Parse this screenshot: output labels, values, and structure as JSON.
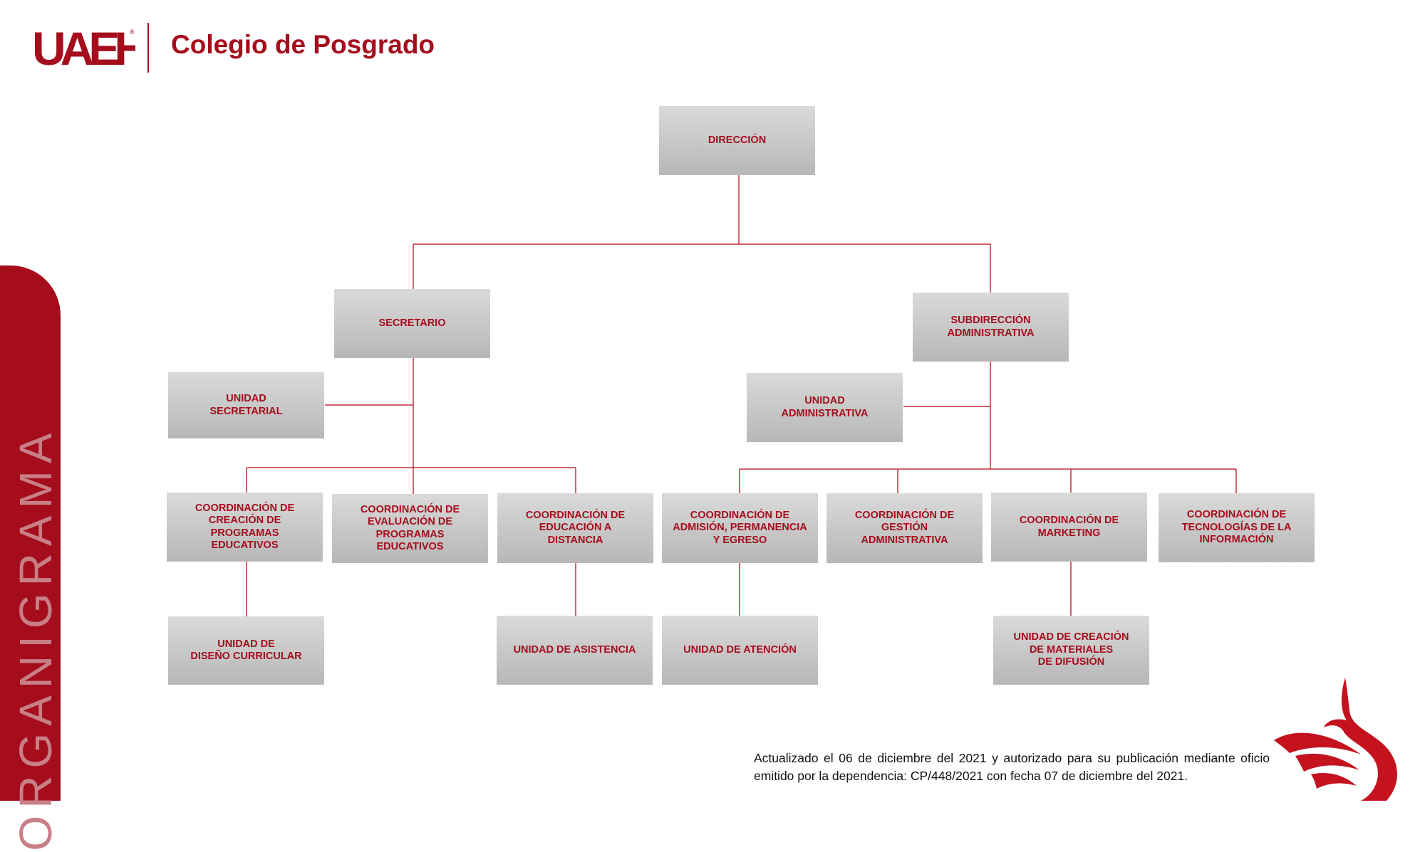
{
  "header": {
    "logo_text": "UAEH",
    "title": "Colegio de Posgrado"
  },
  "side_label": "ORGANIGRAMA",
  "org_chart": {
    "nodes": {
      "direccion": "DIRECCIÓN",
      "secretario": "SECRETARIO",
      "subdireccion": "SUBDIRECCIÓN\nADMINISTRATIVA",
      "unidad_secretarial": "UNIDAD\nSECRETARIAL",
      "unidad_administrativa": "UNIDAD\nADMINISTRATIVA",
      "coord_creacion": "COORDINACIÓN DE\nCREACIÓN DE\nPROGRAMAS\nEDUCATIVOS",
      "coord_evaluacion": "COORDINACIÓN DE\nEVALUACIÓN DE\nPROGRAMAS\nEDUCATIVOS",
      "coord_educacion": "COORDINACIÓN DE\nEDUCACIÓN A\nDISTANCIA",
      "coord_admision": "COORDINACIÓN DE\nADMISIÓN, PERMANENCIA\nY EGRESO",
      "coord_gestion": "COORDINACIÓN DE\nGESTIÓN\nADMINISTRATIVA",
      "coord_marketing": "COORDINACIÓN DE\nMARKETING",
      "coord_tecnologias": "COORDINACIÓN DE\nTECNOLOGÍAS DE LA\nINFORMACIÓN",
      "unidad_diseno": "UNIDAD DE\nDISEÑO CURRICULAR",
      "unidad_asistencia": "UNIDAD DE ASISTENCIA",
      "unidad_atencion": "UNIDAD DE ATENCIÓN",
      "unidad_materiales": "UNIDAD DE CREACIÓN\nDE MATERIALES\nDE DIFUSIÓN"
    },
    "edges": [
      [
        "direccion",
        "secretario"
      ],
      [
        "direccion",
        "subdireccion"
      ],
      [
        "secretario",
        "unidad_secretarial"
      ],
      [
        "secretario",
        "coord_creacion"
      ],
      [
        "secretario",
        "coord_evaluacion"
      ],
      [
        "secretario",
        "coord_educacion"
      ],
      [
        "subdireccion",
        "unidad_administrativa"
      ],
      [
        "subdireccion",
        "coord_admision"
      ],
      [
        "subdireccion",
        "coord_gestion"
      ],
      [
        "subdireccion",
        "coord_marketing"
      ],
      [
        "subdireccion",
        "coord_tecnologias"
      ],
      [
        "coord_creacion",
        "unidad_diseno"
      ],
      [
        "coord_educacion",
        "unidad_asistencia"
      ],
      [
        "coord_admision",
        "unidad_atencion"
      ],
      [
        "coord_marketing",
        "unidad_materiales"
      ]
    ]
  },
  "footnote": "Actualizado el 06 de diciembre del 2021 y autorizado para su publicación mediante oficio emitido por la dependencia: CP/448/2021 con fecha 07 de diciembre del 2021.",
  "colors": {
    "brand_red": "#a50d1c",
    "box_gray": "#c8c8c8"
  }
}
